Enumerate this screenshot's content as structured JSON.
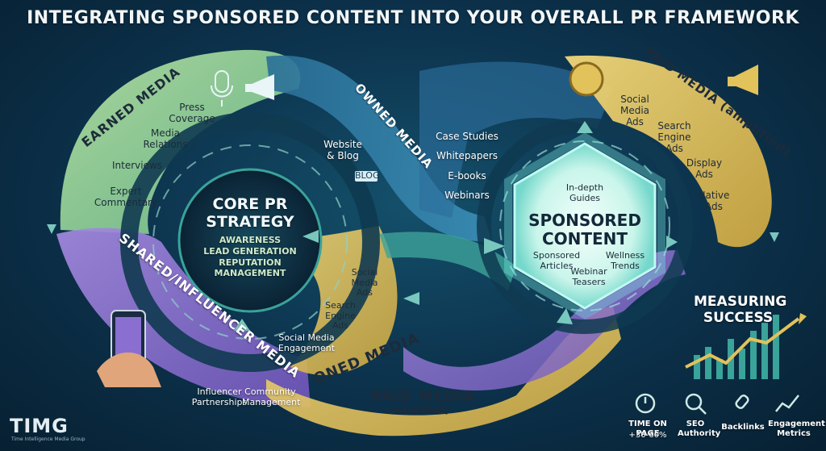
{
  "title": "INTEGRATING SPONSORED CONTENT INTO YOUR OVERALL PR FRAMEWORK",
  "earned_media": {
    "label": "EARNED MEDIA",
    "items": [
      "Press Coverage",
      "Media Relations",
      "Interviews",
      "Expert Commentary"
    ]
  },
  "owned_media": {
    "label": "OWNED MEDIA",
    "items": [
      "Website & Blog",
      "Case Studies",
      "Whitepapers",
      "E-books",
      "Webinars"
    ],
    "blog_badge": "BLOG"
  },
  "paid_media_top": {
    "label": "PAID MEDIA (amplified)",
    "items": [
      "Social Media Ads",
      "Search Engine Ads",
      "Display Ads",
      "Native Ads"
    ]
  },
  "core": {
    "title": "CORE PR STRATEGY",
    "items": [
      "AWARENESS",
      "LEAD GENERATION",
      "REPUTATION MANAGEMENT"
    ]
  },
  "sponsored": {
    "title": "SPONSORED CONTENT",
    "items": [
      "In-depth Guides",
      "Sponsored Articles",
      "Wellness Trends",
      "Webinar Teasers"
    ]
  },
  "shared_media": {
    "label": "SHARED/INFLUENCER MEDIA",
    "items": [
      "Influencer Partnerships",
      "Community Management"
    ]
  },
  "inner_paid": {
    "items": [
      "Social Media Ads",
      "Search Engine Ads",
      "Social Media Engagement"
    ]
  },
  "oned_media": {
    "label": "ONED MEDIA"
  },
  "paid_media_bottom": {
    "label": "PAID MEDIA",
    "sub": "(amplified)"
  },
  "measuring": {
    "title": "MEASURING SUCCESS",
    "metrics": [
      "TIME ON PAGE",
      "+30-60%",
      "SEO Authority",
      "Backlinks",
      "Engagement Metrics"
    ]
  },
  "logo": {
    "name": "TIMG",
    "tagline": "Time Intelligence Media Group"
  },
  "colors": {
    "earned": "#9ed39a",
    "owned": "#2f7fa8",
    "paid": "#e2c25a",
    "shared": "#8a6fd0",
    "core_ring": "#0a2433",
    "sponsored_glow": "#7ff0e6",
    "title": "#f2f6f8"
  }
}
